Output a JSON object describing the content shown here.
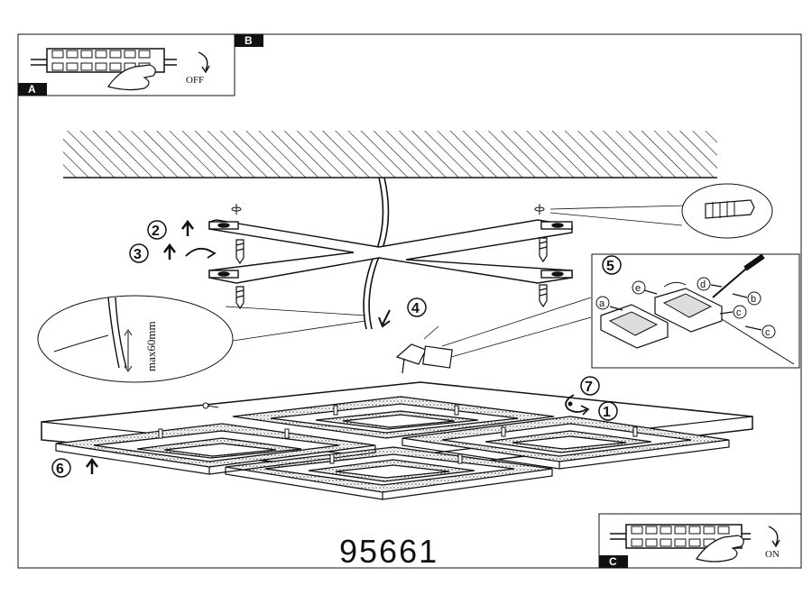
{
  "panels": {
    "a": {
      "tag": "A",
      "label": "OFF"
    },
    "b": {
      "tag": "B"
    },
    "c": {
      "tag": "C",
      "label": "ON"
    }
  },
  "steps": {
    "s1": "1",
    "s2": "2",
    "s3": "3",
    "s4": "4",
    "s5": "5",
    "s6": "6",
    "s7": "7"
  },
  "detail5": {
    "labels": [
      "a",
      "b",
      "c",
      "c",
      "d",
      "e"
    ]
  },
  "max_length_label": "max60mm",
  "model_number": "95661",
  "colors": {
    "ink": "#111111",
    "paper": "#ffffff",
    "tag_fill": "#111111"
  }
}
